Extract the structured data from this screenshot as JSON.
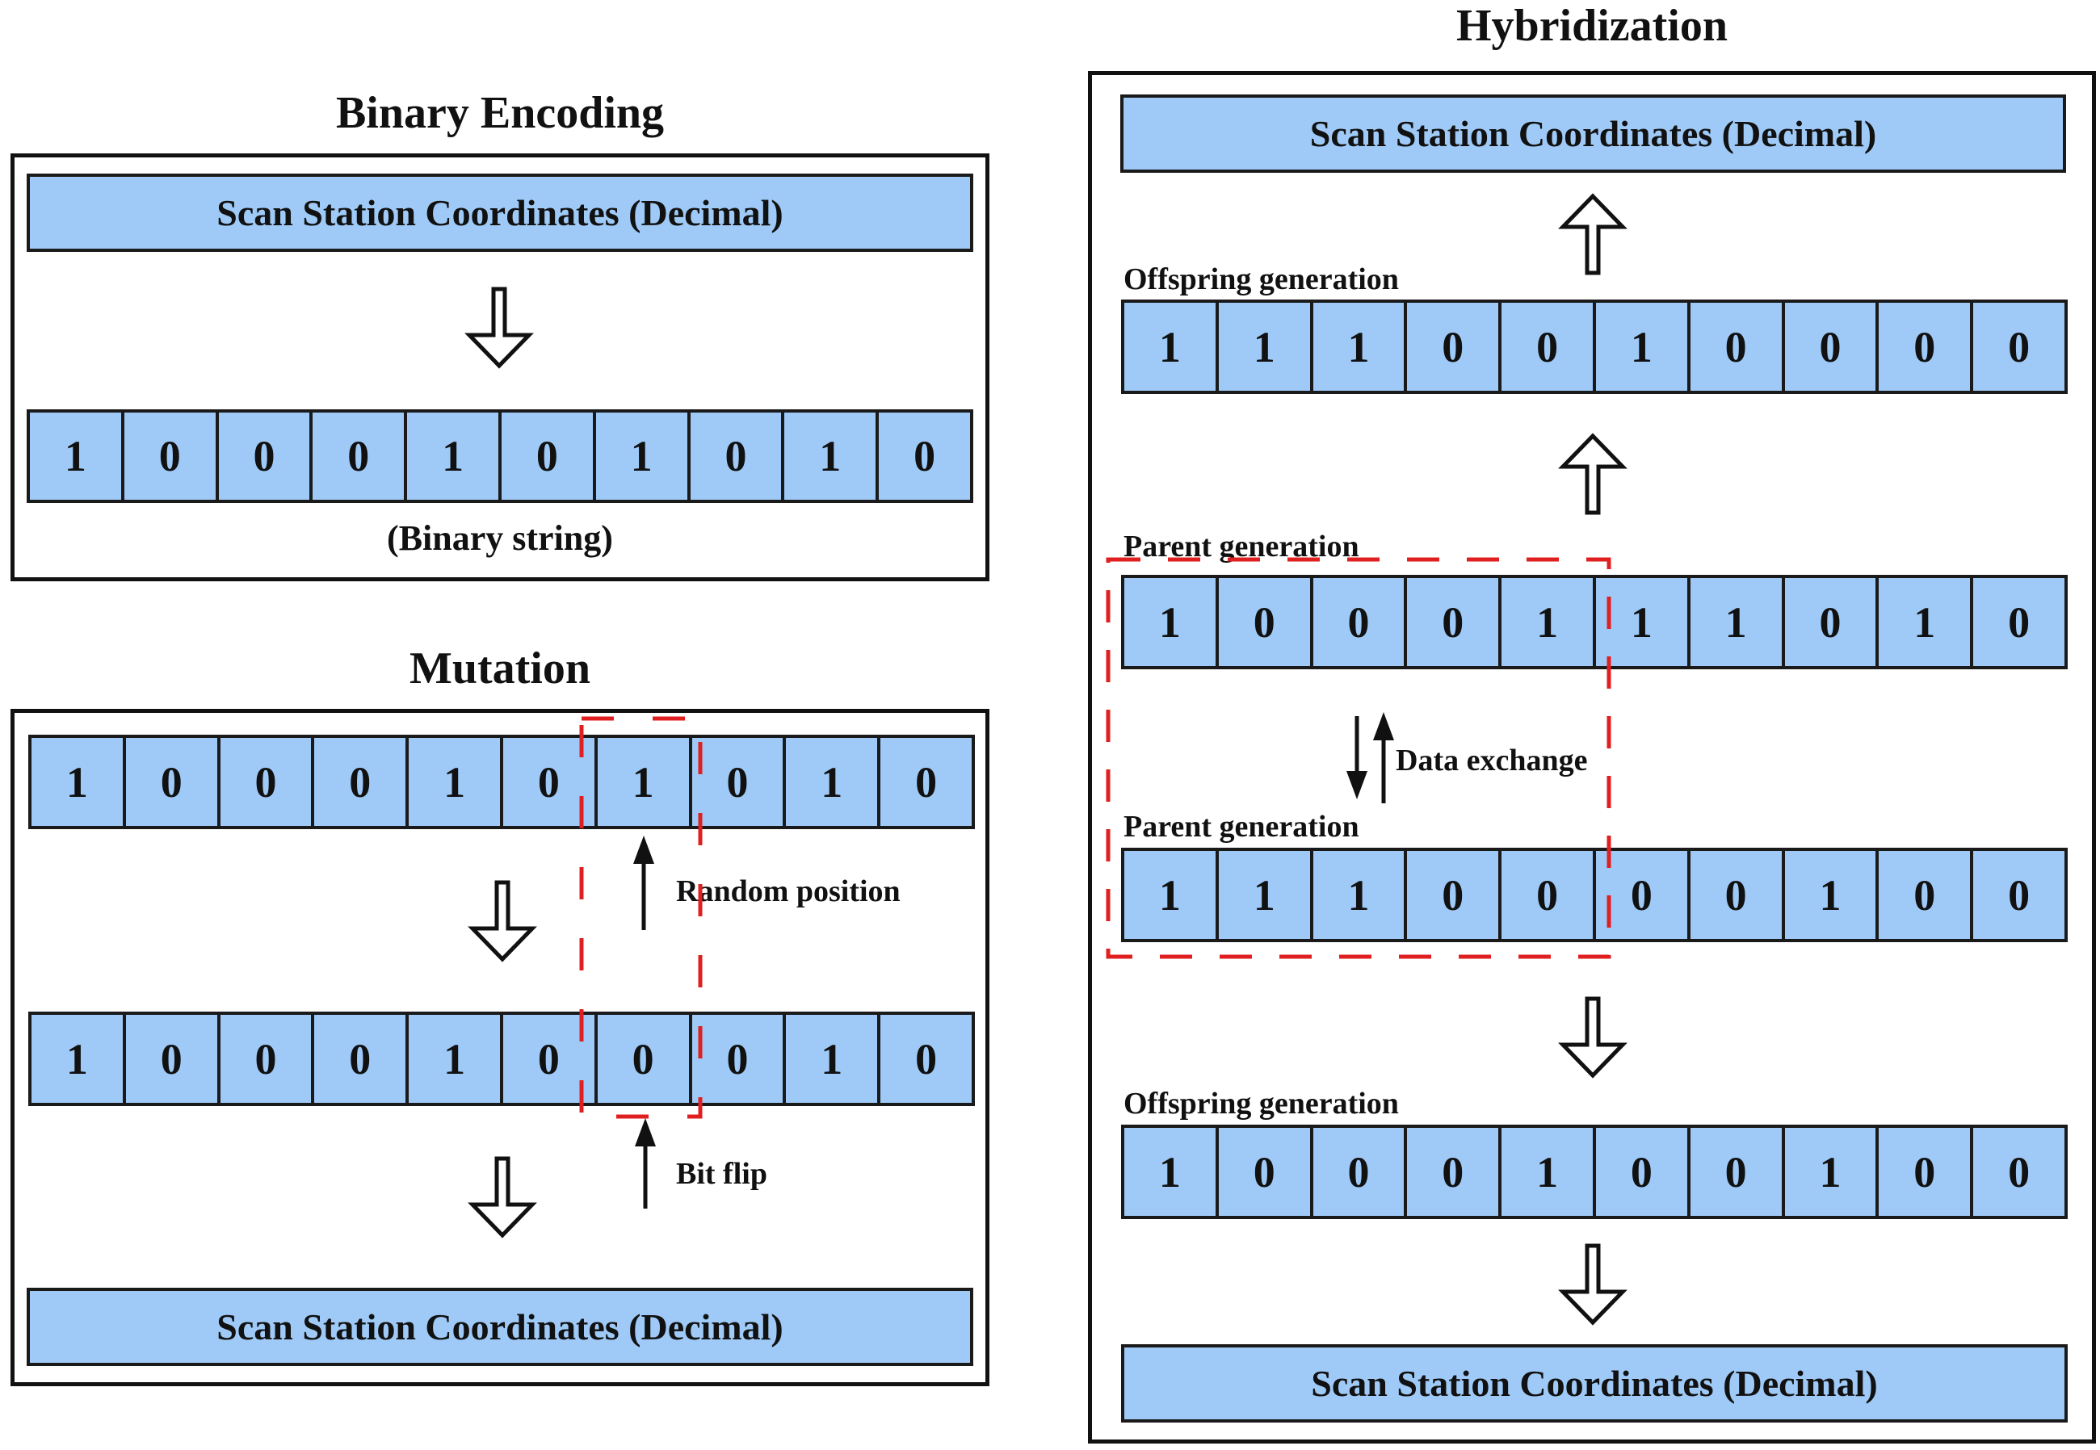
{
  "binary_encoding": {
    "title": "Binary Encoding",
    "decimal_label": "Scan Station Coordinates (Decimal)",
    "bits": [
      "1",
      "0",
      "0",
      "0",
      "1",
      "0",
      "1",
      "0",
      "1",
      "0"
    ],
    "caption": "(Binary string)"
  },
  "mutation": {
    "title": "Mutation",
    "row_before": [
      "1",
      "0",
      "0",
      "0",
      "1",
      "0",
      "1",
      "0",
      "1",
      "0"
    ],
    "row_after": [
      "1",
      "0",
      "0",
      "0",
      "1",
      "0",
      "0",
      "0",
      "1",
      "0"
    ],
    "highlight_index": 6,
    "random_position_label": "Random position",
    "bit_flip_label": "Bit flip",
    "decimal_label": "Scan Station Coordinates (Decimal)"
  },
  "hybridization": {
    "title": "Hybridization",
    "top_decimal_label": "Scan Station Coordinates (Decimal)",
    "offspring_top_label": "Offspring generation",
    "offspring_top": [
      "1",
      "1",
      "1",
      "0",
      "0",
      "1",
      "0",
      "0",
      "0",
      "0"
    ],
    "parent1_label": "Parent generation",
    "parent1": [
      "1",
      "0",
      "0",
      "0",
      "1",
      "1",
      "1",
      "0",
      "1",
      "0"
    ],
    "exchange_label": "Data exchange",
    "parent2_label": "Parent generation",
    "parent2": [
      "1",
      "1",
      "1",
      "0",
      "0",
      "0",
      "0",
      "1",
      "0",
      "0"
    ],
    "crossover_point": 5,
    "offspring_bottom_label": "Offspring generation",
    "offspring_bottom": [
      "1",
      "0",
      "0",
      "0",
      "1",
      "0",
      "0",
      "1",
      "0",
      "0"
    ],
    "bottom_decimal_label": "Scan Station Coordinates (Decimal)"
  },
  "colors": {
    "cell_fill": "#9fcaf7",
    "border": "#1a1a1a",
    "highlight_dash": "#e02020"
  }
}
